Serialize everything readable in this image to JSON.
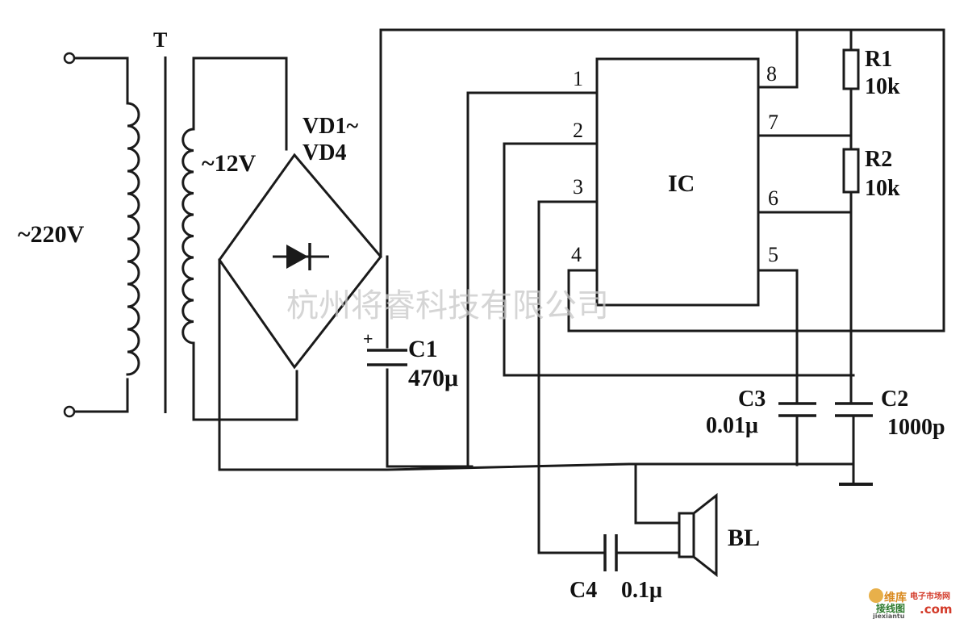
{
  "labels": {
    "mains_voltage": "~220V",
    "transformer": "T",
    "secondary_voltage": "~12V",
    "bridge_line1": "VD1~",
    "bridge_line2": "VD4",
    "c1_name": "C1",
    "c1_value": "470μ",
    "c1_plus": "+",
    "ic": "IC",
    "r1_name": "R1",
    "r1_value": "10k",
    "r2_name": "R2",
    "r2_value": "10k",
    "c3_name": "C3",
    "c3_value": "0.01μ",
    "c2_name": "C2",
    "c2_value": "1000p",
    "c4_name": "C4",
    "c4_value": "0.1μ",
    "speaker": "BL"
  },
  "pins": [
    "1",
    "2",
    "3",
    "4",
    "5",
    "6",
    "7",
    "8"
  ],
  "watermark": "杭州将睿科技有限公司",
  "logo": {
    "line1": "维库",
    "line2": "电子市场网",
    "line3": "接线图",
    "line4": ".com",
    "url": "jiexiantu"
  }
}
